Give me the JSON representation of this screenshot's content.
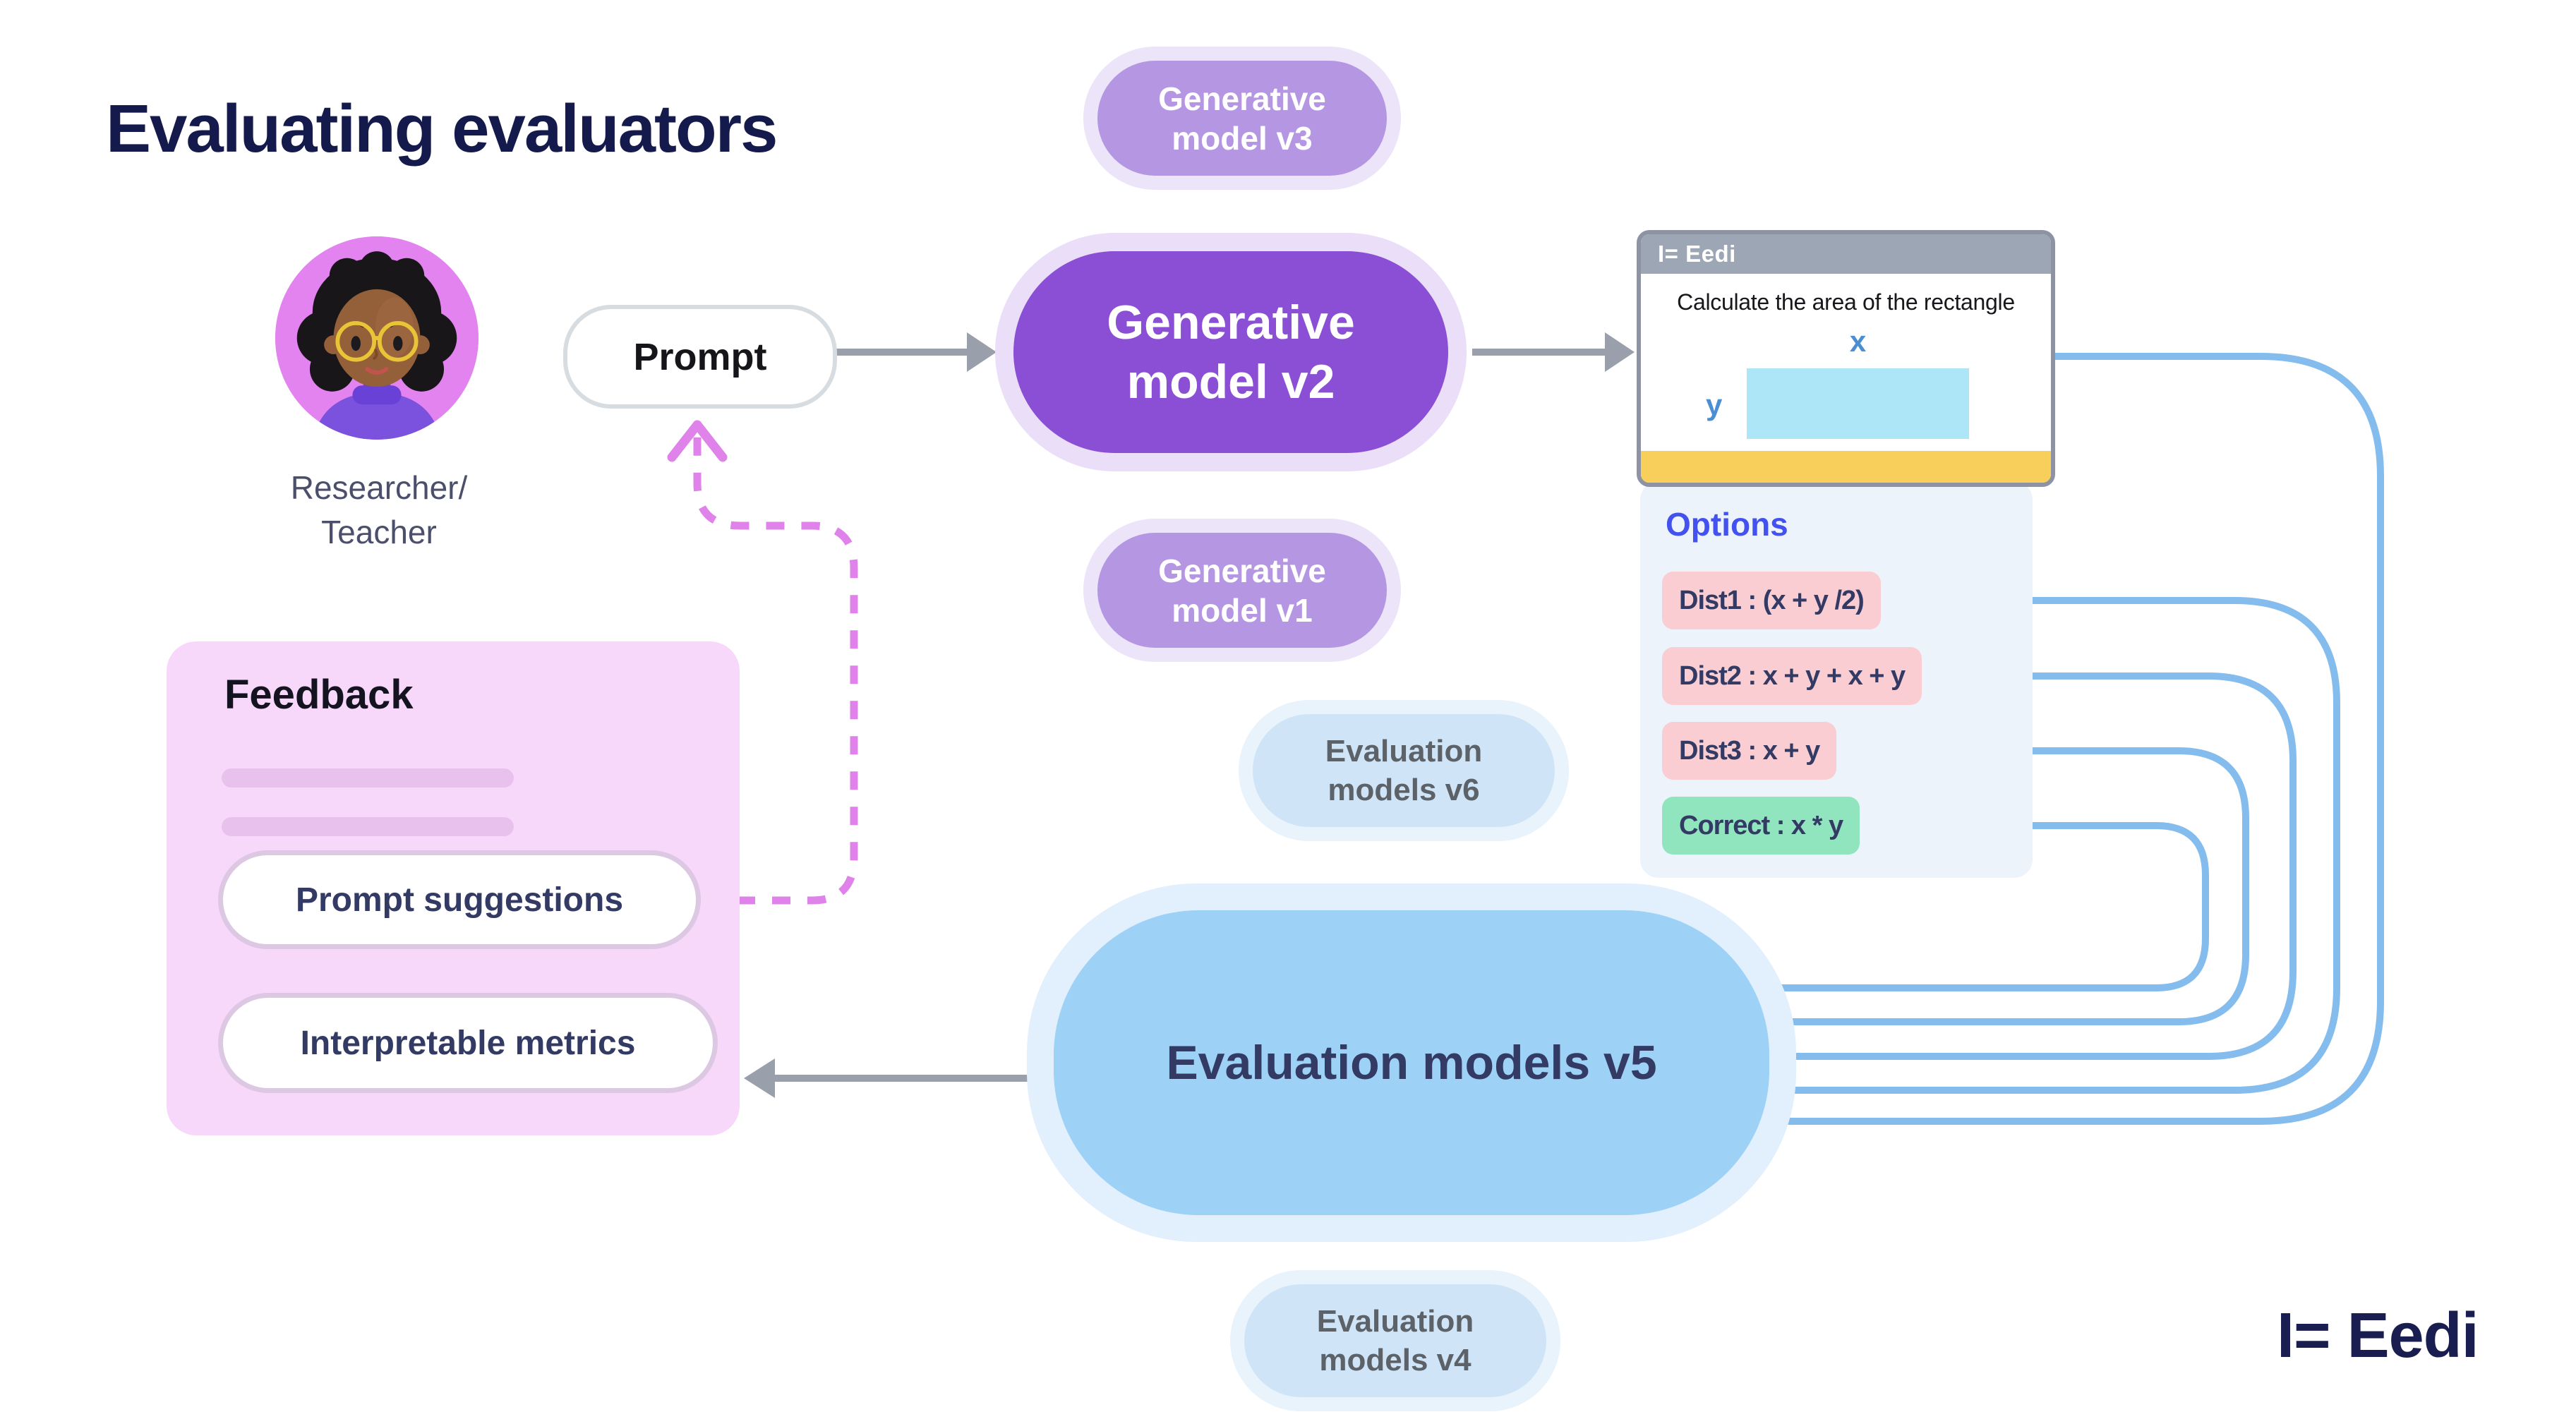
{
  "title": "Evaluating evaluators",
  "researcher": {
    "line1": "Researcher/",
    "line2": "Teacher"
  },
  "prompt": {
    "label": "Prompt"
  },
  "generative_models": {
    "v3": {
      "line1": "Generative",
      "line2": "model v3"
    },
    "v2": {
      "line1": "Generative",
      "line2": "model v2"
    },
    "v1": {
      "line1": "Generative",
      "line2": "model v1"
    }
  },
  "question_card": {
    "window_title": "I= Eedi",
    "question": "Calculate the area of the rectangle",
    "width_label": "x",
    "height_label": "y"
  },
  "options": {
    "heading": "Options",
    "items": [
      {
        "label": "Dist1 : (x + y /2)",
        "kind": "distractor"
      },
      {
        "label": "Dist2 : x + y + x + y",
        "kind": "distractor"
      },
      {
        "label": "Dist3 : x + y",
        "kind": "distractor"
      },
      {
        "label": "Correct : x * y",
        "kind": "correct"
      }
    ]
  },
  "evaluation_models": {
    "v6": {
      "line1": "Evaluation",
      "line2": "models v6"
    },
    "v5": {
      "label": "Evaluation models v5"
    },
    "v4": {
      "line1": "Evaluation",
      "line2": "models v4"
    }
  },
  "feedback": {
    "heading": "Feedback",
    "pills": [
      "Prompt suggestions",
      "Interpretable metrics"
    ]
  },
  "brand": {
    "logo": "I= Eedi"
  },
  "colors": {
    "title_navy": "#141a4b",
    "muted_label": "#4b4f6b",
    "purple_deep": "#8a4fd4",
    "purple_halo": "#eadef8",
    "purple_light": "#b596e2",
    "purple_light_halo": "#ece4f8",
    "blue_main": "#9dd2f6",
    "blue_halo": "#e2effc",
    "blue_light": "#cfe5f7",
    "blue_light_halo": "#e9f3fc",
    "connector_blue": "#84bcee",
    "arrow_gray": "#9aa0ab",
    "feedback_pink": "#f8d8fa",
    "feedback_bar": "#e8c2ed",
    "dashed_pink": "#df82e9",
    "options_blue": "#4352ef",
    "chip_pink": "#f9cdd2",
    "chip_green": "#90e5bf",
    "chip_text": "#333a63",
    "card_header_gray": "#9da6b4",
    "card_yellow": "#f8cf5b",
    "card_cyan": "#ade6f6",
    "axis_blue": "#4a8ed3",
    "avatar_bg": "#e383ef"
  }
}
